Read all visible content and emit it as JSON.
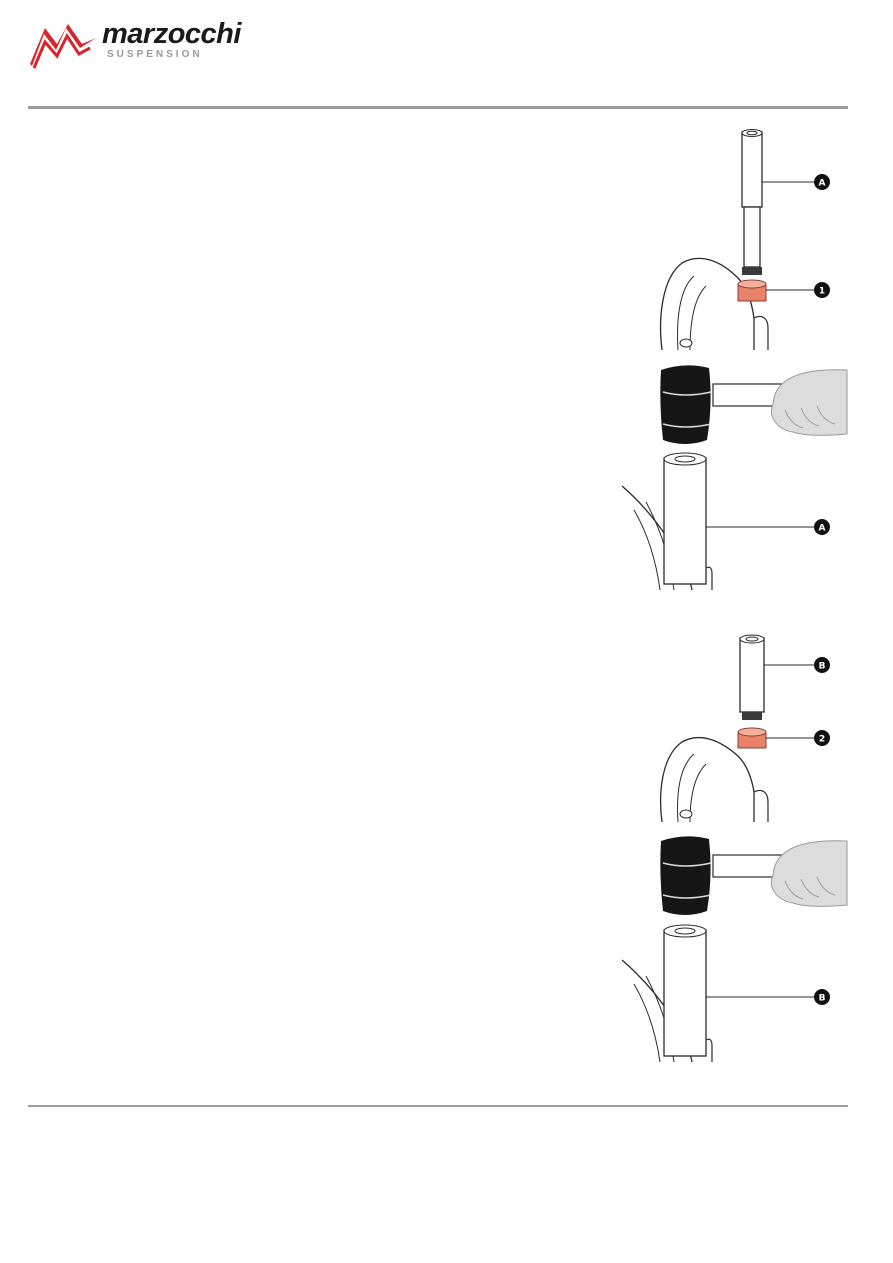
{
  "header": {
    "brand_name": "marzocchi",
    "brand_sub": "SUSPENSION",
    "logo_colors": {
      "mark": "#d8252b",
      "text": "#1a1a1a",
      "sub": "#9a9a9a"
    }
  },
  "figures": [
    {
      "id": "fig-1",
      "description_icon": "bushing-install-tool-icon",
      "callouts": [
        "A",
        "1"
      ]
    },
    {
      "id": "fig-2",
      "description_icon": "mallet-icon",
      "callouts": []
    },
    {
      "id": "fig-3",
      "description_icon": "tool-seated-icon",
      "callouts": [
        "A"
      ]
    },
    {
      "id": "fig-4",
      "description_icon": "bushing-install-tool-icon",
      "callouts": [
        "B",
        "2"
      ]
    },
    {
      "id": "fig-5",
      "description_icon": "mallet-icon",
      "callouts": []
    },
    {
      "id": "fig-6",
      "description_icon": "tool-seated-icon",
      "callouts": [
        "B"
      ]
    }
  ],
  "colors": {
    "bushing": "#e8826a",
    "mallet": "#161616",
    "line": "#2b2b2b",
    "rule": "#9c9c9c"
  }
}
